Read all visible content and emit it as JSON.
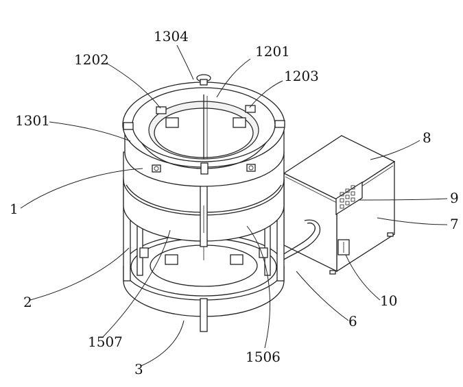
{
  "figure": {
    "type": "patent-line-drawing",
    "labels": [
      {
        "id": "l1304",
        "text": "1304"
      },
      {
        "id": "l1201",
        "text": "1201"
      },
      {
        "id": "l1202",
        "text": "1202"
      },
      {
        "id": "l1203",
        "text": "1203"
      },
      {
        "id": "l1301",
        "text": "1301"
      },
      {
        "id": "l8",
        "text": "8"
      },
      {
        "id": "l1",
        "text": "1"
      },
      {
        "id": "l9",
        "text": "9"
      },
      {
        "id": "l7",
        "text": "7"
      },
      {
        "id": "l2",
        "text": "2"
      },
      {
        "id": "l10",
        "text": "10"
      },
      {
        "id": "l6",
        "text": "6"
      },
      {
        "id": "l1507",
        "text": "1507"
      },
      {
        "id": "l1506",
        "text": "1506"
      },
      {
        "id": "l3",
        "text": "3"
      }
    ]
  }
}
